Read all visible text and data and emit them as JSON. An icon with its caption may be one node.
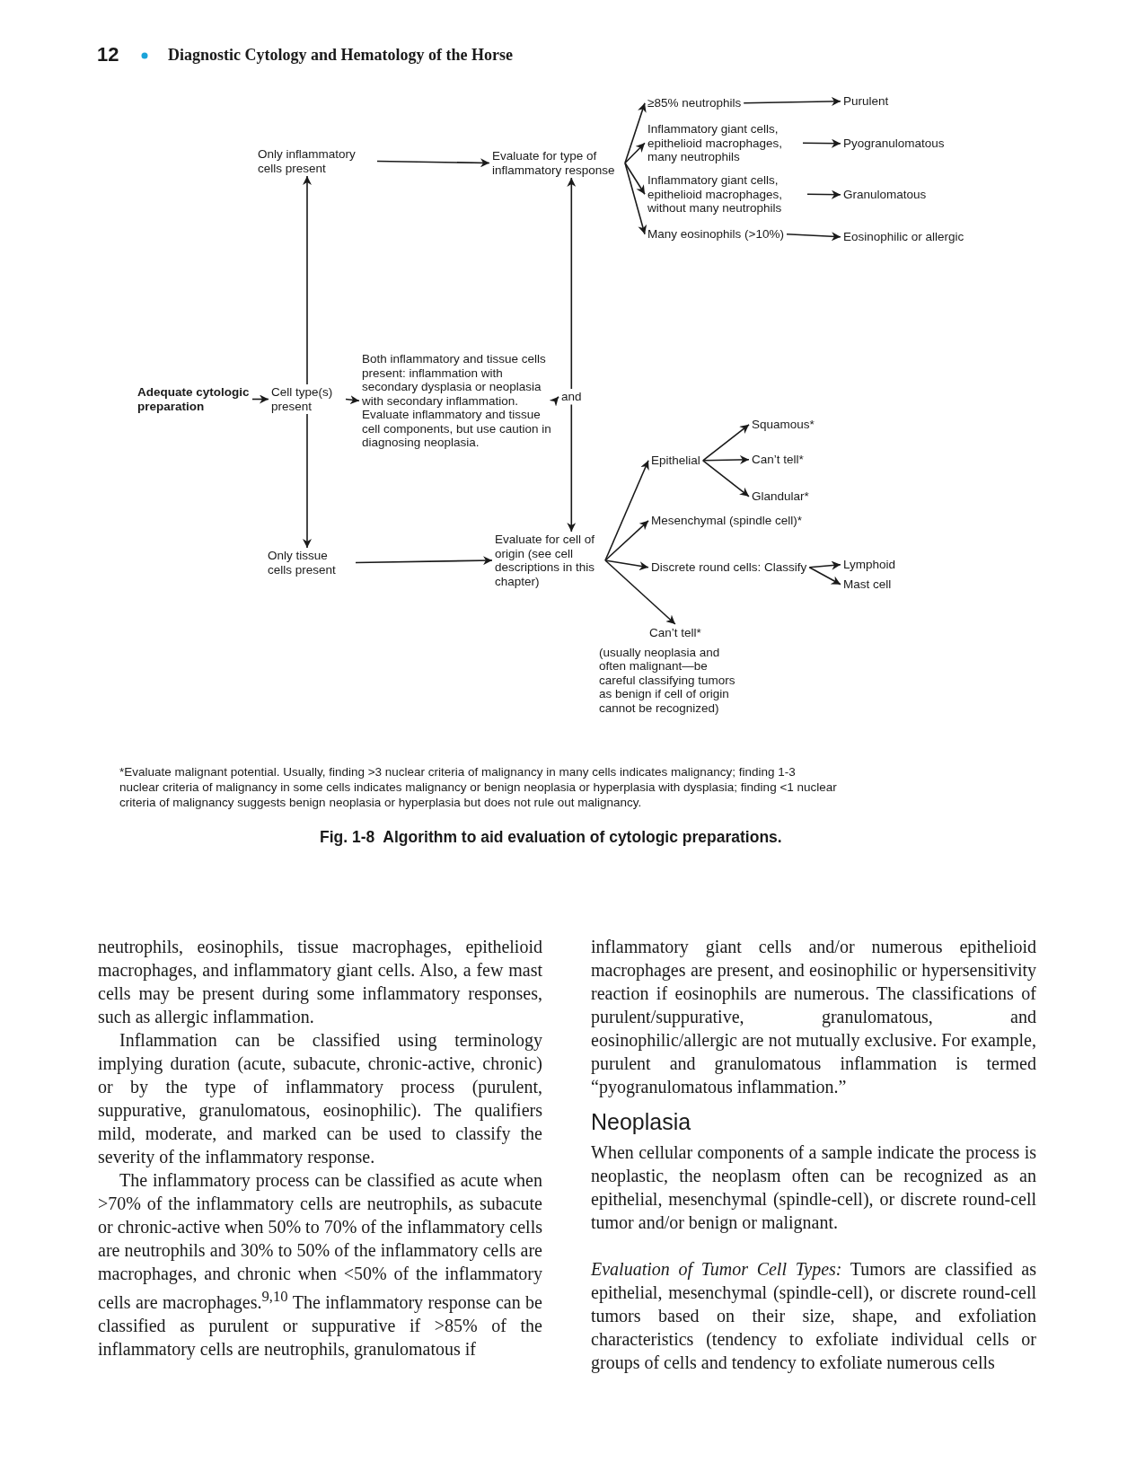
{
  "diagram": {
    "caption": "Fig. 1-8  Algorithm to aid evaluation of cytologic preparations.",
    "nodes": [
      {
        "text": [
          "Adequate cytologic preparation"
        ]
      },
      {
        "text": [
          "Cell type(s) present"
        ]
      },
      {
        "text": [
          "Only inflammatory cells present"
        ]
      },
      {
        "text": [
          "Evaluate for type of inflammatory response"
        ]
      },
      {
        "text": [
          "≥85% neutrophils"
        ]
      },
      {
        "text": [
          "Inflammatory giant cells, epithelioid macrophages, many neutrophils"
        ]
      },
      {
        "text": [
          "Inflammatory giant cells, epithelioid macrophages, without many neutrophils"
        ]
      },
      {
        "text": [
          "Many eosinophils (>10%)"
        ]
      },
      {
        "text": [
          "Purulent"
        ]
      },
      {
        "text": [
          "Pyogranulomatous"
        ]
      },
      {
        "text": [
          "Granulomatous"
        ]
      },
      {
        "text": [
          "Eosinophilic or allergic"
        ]
      },
      {
        "text": [
          "Both inflammatory and tissue cells present: inflammation with secondary dysplasia or neoplasia with secondary inflammation. Evaluate inflammatory and tissue cell components, but use caution in diagnosing neoplasia."
        ]
      },
      {
        "text": [
          "and"
        ]
      },
      {
        "text": [
          "Only tissue cells present"
        ]
      },
      {
        "text": [
          "Evaluate for cell of origin (see cell descriptions in this chapter)"
        ]
      },
      {
        "text": [
          "Epithelial"
        ]
      },
      {
        "text": [
          "Squamous*"
        ]
      },
      {
        "text": [
          "Can’t tell*"
        ]
      },
      {
        "text": [
          "Glandular*"
        ]
      },
      {
        "text": [
          "Mesenchymal (spindle cell)*"
        ]
      },
      {
        "text": [
          "Discrete round cells: Classify"
        ]
      },
      {
        "text": [
          "Lymphoid"
        ]
      },
      {
        "text": [
          "Mast cell"
        ]
      },
      {
        "text": [
          "Can’t tell*"
        ],
        "beside": [
          "(usually neoplasia and often malignant—be careful classifying tumors as benign if cell of origin cannot be recognized)"
        ]
      }
    ],
    "edges": [
      {
        "from": 0,
        "to": 1,
        "arrow": "to"
      },
      {
        "from": 1,
        "to": 2,
        "arrow": "to"
      },
      {
        "from": 1,
        "to": 12,
        "arrow": "to"
      },
      {
        "from": 1,
        "to": 14,
        "arrow": "to"
      },
      {
        "from": 2,
        "to": 3,
        "arrow": "to"
      },
      {
        "from": 12,
        "to": 13,
        "arrow": "to"
      },
      {
        "from": 13,
        "to": 3,
        "arrow": "to"
      },
      {
        "from": 13,
        "to": 15,
        "arrow": "to"
      },
      {
        "from": 14,
        "to": 15,
        "arrow": "to"
      },
      {
        "from": 3,
        "to": 4,
        "arrow": "to"
      },
      {
        "from": 3,
        "to": 5,
        "arrow": "to"
      },
      {
        "from": 3,
        "to": 6,
        "arrow": "to"
      },
      {
        "from": 3,
        "to": 7,
        "arrow": "to"
      },
      {
        "from": 4,
        "to": 8,
        "arrow": "to"
      },
      {
        "from": 5,
        "to": 9,
        "arrow": "to"
      },
      {
        "from": 6,
        "to": 10,
        "arrow": "to"
      },
      {
        "from": 7,
        "to": 11,
        "arrow": "to"
      },
      {
        "from": 15,
        "to": 16,
        "arrow": "to"
      },
      {
        "from": 15,
        "to": 20,
        "arrow": "to"
      },
      {
        "from": 15,
        "to": 21,
        "arrow": "to"
      },
      {
        "from": 15,
        "to": 24,
        "arrow": "to"
      },
      {
        "from": 16,
        "to": 17,
        "arrow": "to"
      },
      {
        "from": 16,
        "to": 18,
        "arrow": "to"
      },
      {
        "from": 16,
        "to": 19,
        "arrow": "to"
      },
      {
        "from": 21,
        "to": 22,
        "arrow": "to"
      },
      {
        "from": 21,
        "to": 23,
        "arrow": "to"
      }
    ],
    "labels": [
      "12",
      "Diagnostic Cytology and Hematology of the Horse",
      "*Evaluate malignant potential. Usually, finding >3 nuclear criteria of malignancy in many cells indicates malignancy; finding 1-3 nuclear criteria of malignancy in some cells indicates malignancy or benign neoplasia or hyperplasia with dysplasia; finding <1 nuclear criteria of malignancy suggests benign neoplasia or hyperplasia but does not rule out malignancy.",
      "neutrophils, eosinophils, tissue macrophages, epithelioid macrophages, and inflammatory giant cells. Also, a few mast cells may be present during some inflammatory responses, such as allergic inflammation.",
      "Inflammation can be classified using terminology implying duration (acute, subacute, chronic-active, chronic) or by the type of inflammatory process (purulent, suppurative, granulomatous, eosinophilic). The qualifiers mild, moderate, and marked can be used to classify the severity of the inflammatory response.",
      "The inflammatory process can be classified as acute when >70% of the inflammatory cells are neutrophils, as subacute or chronic-active when 50% to 70% of the inflammatory cells are neutrophils and 30% to 50% of the inflammatory cells are macrophages, and chronic when <50% of the inflammatory cells are macrophages.$^{9,10}$ The inflammatory response can be classified as purulent or suppurative if >85% of the inflammatory cells are neutrophils, granulomatous if",
      "inflammatory giant cells and/or numerous epithelioid macrophages are present, and eosinophilic or hypersensitivity reaction if eosinophils are numerous. The classifications of purulent/suppurative, granulomatous, and eosinophilic/allergic are not mutually exclusive. For example, purulent and granulomatous inflammation is termed “pyogranulomatous inflammation.”",
      "Neoplasia",
      "When cellular components of a sample indicate the process is neoplastic, the neoplasm often can be recognized as an epithelial, mesenchymal (spindle-cell), or discrete round-cell tumor and/or benign or malignant.",
      "*Evaluation of Tumor Cell Types:* Tumors are classified as epithelial, mesenchymal (spindle-cell), or discrete round-cell tumors based on their size, shape, and exfoliation characteristics (tendency to exfoliate individual cells or groups of cells and tendency to exfoliate numerous cells"
    ]
  }
}
